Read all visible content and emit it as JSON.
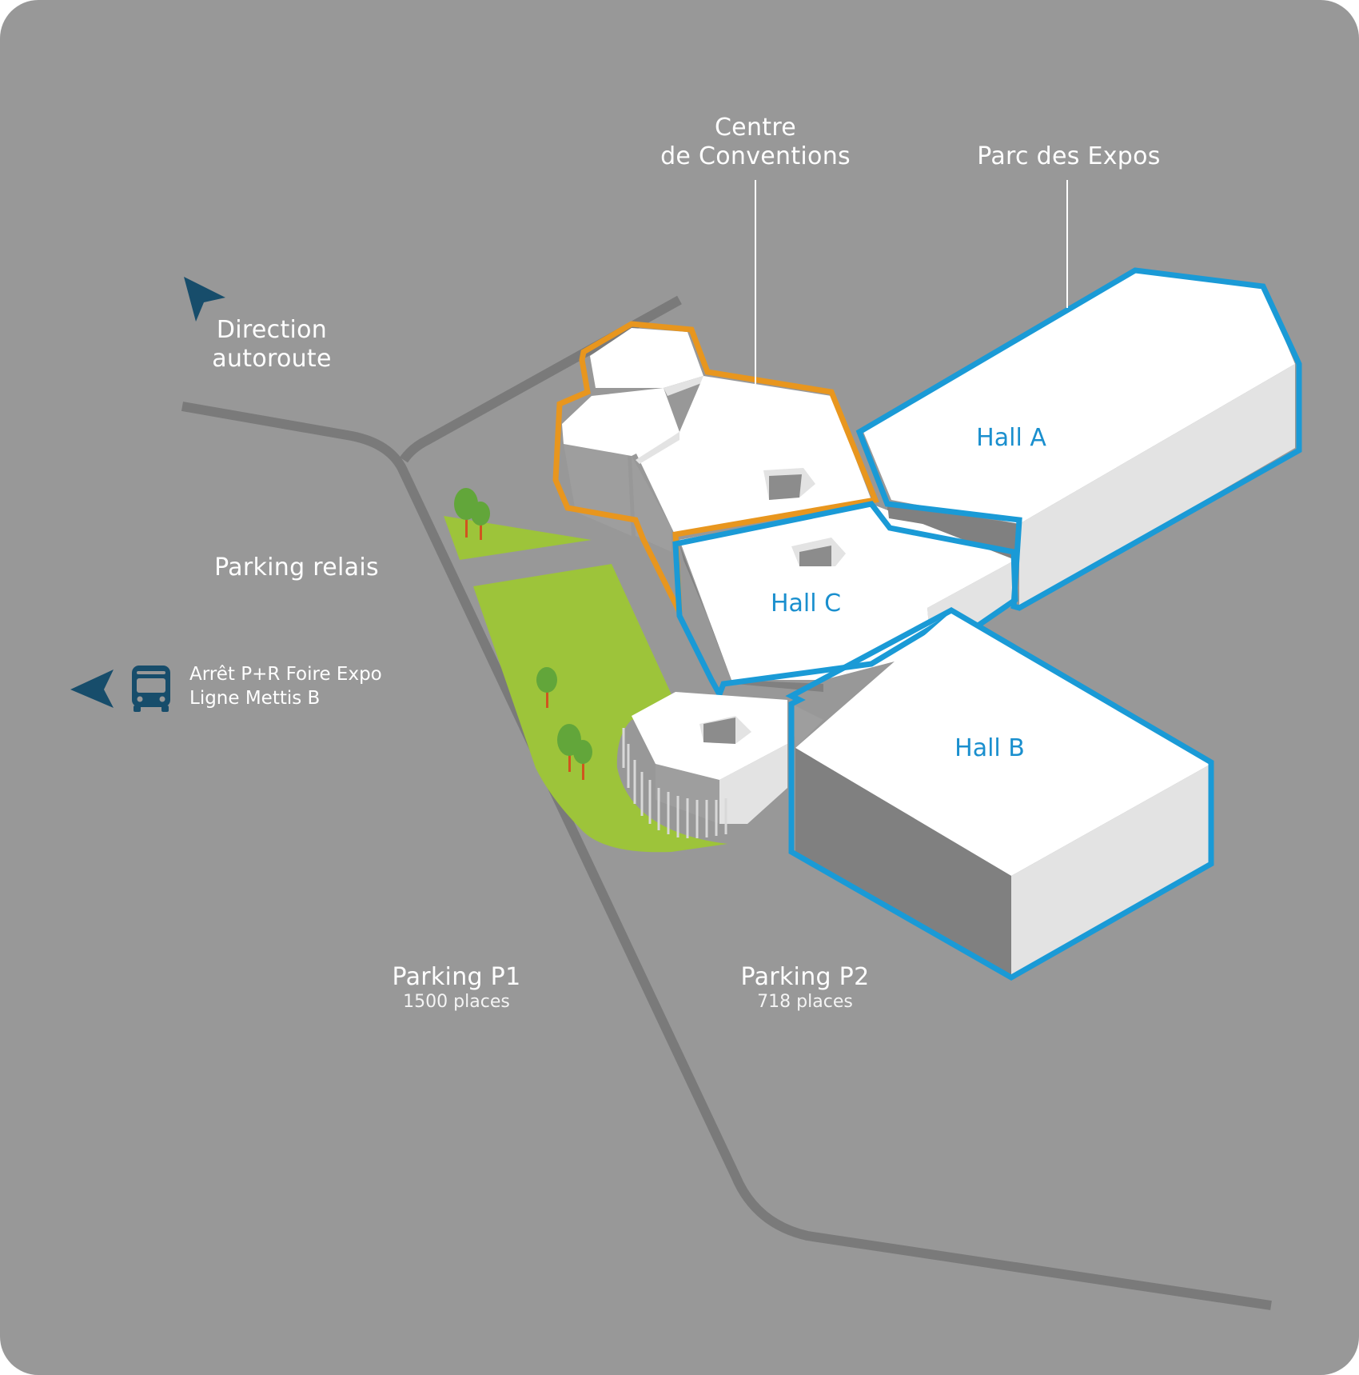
{
  "colors": {
    "background": "#989898",
    "ground": "#a3a3a3",
    "road": "#7a7a7a",
    "grass": "#9dc43a",
    "building_top": "#ffffff",
    "building_side": "#e3e3e3",
    "building_shadow": "#808080",
    "parc_expos_outline": "#1a9ad6",
    "convention_outline": "#e8961e",
    "hall_label": "#1a8fce",
    "arrow": "#174d6b",
    "tree_leaf": "#62a63a",
    "tree_trunk": "#d0551f"
  },
  "labels": {
    "centre_line1": "Centre",
    "centre_line2": "de Conventions",
    "parc_expos": "Parc des Expos",
    "direction_line1": "Direction",
    "direction_line2": "autoroute",
    "parking_relais": "Parking relais",
    "bus_stop_line1": "Arrêt P+R Foire Expo",
    "bus_stop_line2": "Ligne Mettis B",
    "parking_p1": "Parking P1",
    "parking_p1_capacity": "1500 places",
    "parking_p2": "Parking P2",
    "parking_p2_capacity": "718 places"
  },
  "halls": {
    "a": "Hall A",
    "b": "Hall B",
    "c": "Hall C"
  },
  "icons": [
    "direction-arrow-icon",
    "left-arrow-icon",
    "bus-icon",
    "tree-icon"
  ]
}
